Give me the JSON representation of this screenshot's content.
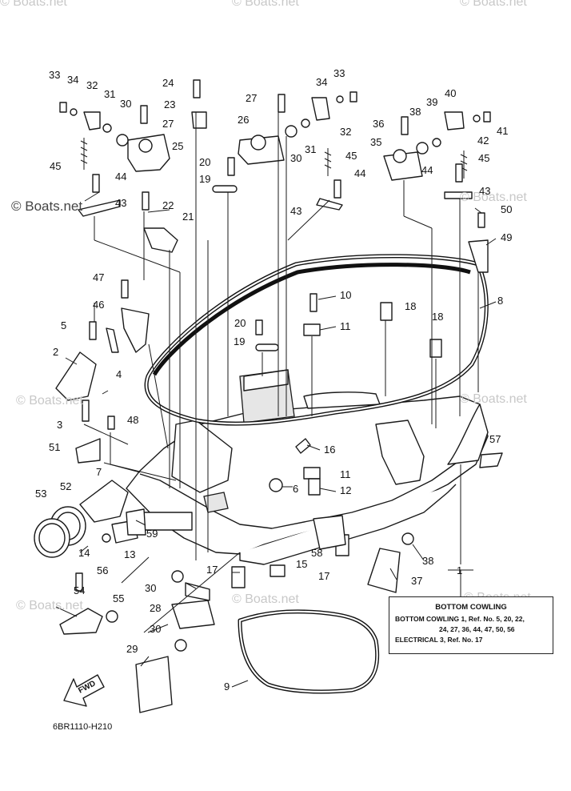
{
  "watermark": "© Boats.net",
  "diagram_code": "6BR1110-H210",
  "fwd_label": "FWD",
  "note": {
    "title": "BOTTOM  COWLING",
    "line1": "BOTTOM  COWLING 1,  Ref. No. 5, 20, 22,",
    "line2": "24, 27, 36, 44, 47, 50, 56",
    "line3": "ELECTRICAL 3,  Ref. No. 17"
  },
  "callouts": [
    "1",
    "2",
    "3",
    "4",
    "5",
    "6",
    "7",
    "8",
    "9",
    "10",
    "11",
    "12",
    "13",
    "14",
    "15",
    "16",
    "17",
    "18",
    "19",
    "20",
    "21",
    "22",
    "23",
    "24",
    "25",
    "26",
    "27",
    "28",
    "29",
    "30",
    "31",
    "32",
    "33",
    "34",
    "35",
    "36",
    "37",
    "38",
    "39",
    "40",
    "41",
    "42",
    "43",
    "44",
    "45",
    "46",
    "47",
    "48",
    "49",
    "50",
    "51",
    "52",
    "53",
    "54",
    "55",
    "56",
    "57",
    "58",
    "59"
  ]
}
